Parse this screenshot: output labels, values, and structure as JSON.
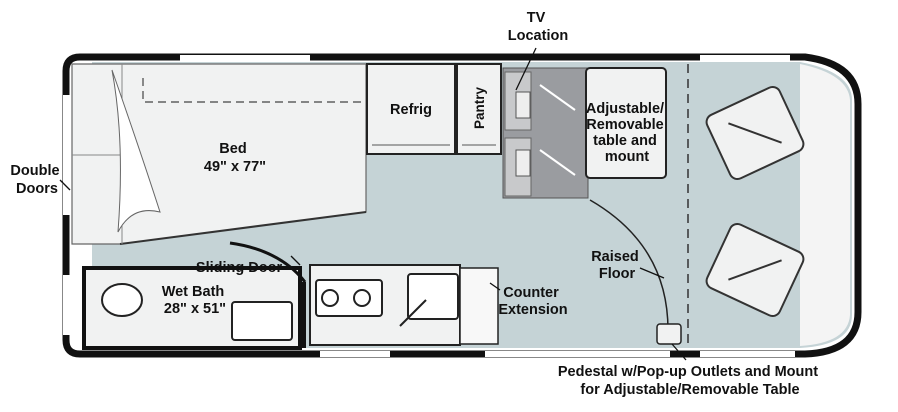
{
  "labels": {
    "tv": [
      "TV",
      "Location"
    ],
    "double_doors": [
      "Double",
      "Doors"
    ],
    "bed": [
      "Bed",
      "49\" x 77\""
    ],
    "refrig": "Refrig",
    "pantry": "Pantry",
    "table": [
      "Adjustable/",
      "Removable",
      "table and",
      "mount"
    ],
    "sliding_door": "Sliding Door",
    "wet_bath": [
      "Wet Bath",
      "28\" x 51\""
    ],
    "counter": [
      "Counter",
      "Extension"
    ],
    "raised_floor": [
      "Raised",
      "Floor"
    ],
    "pedestal": [
      "Pedestal w/Pop-up Outlets and Mount",
      "for Adjustable/Removable Table"
    ]
  },
  "colors": {
    "floor": "#c5d3d6",
    "wall": "#111111",
    "white": "#ffffff",
    "bed": "#f1f2f2",
    "seat": "#9a9ca0",
    "seat_light": "#c8c9cb"
  }
}
